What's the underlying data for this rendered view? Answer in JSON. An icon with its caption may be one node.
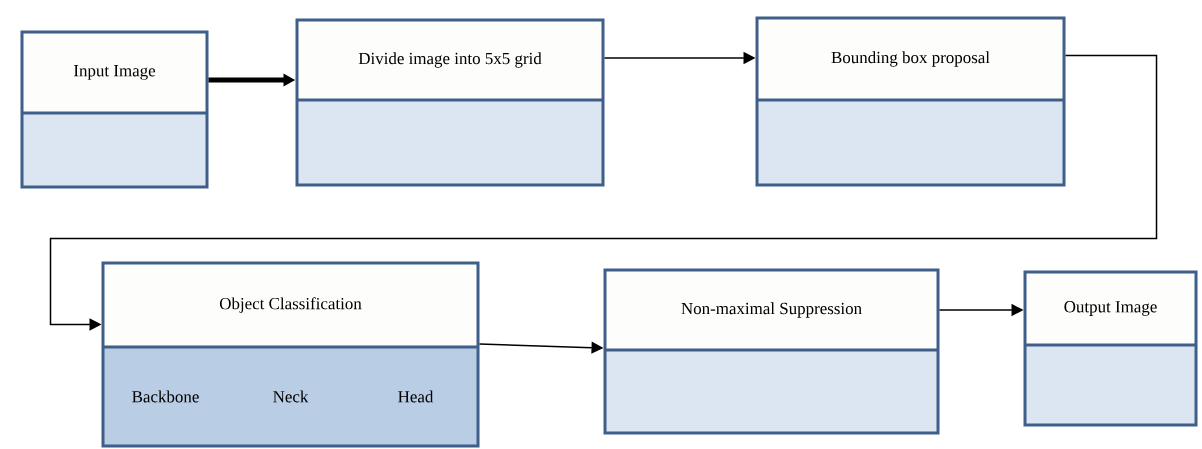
{
  "diagram": {
    "nodes": [
      {
        "text": [
          "Input Image"
        ]
      },
      {
        "text": [
          "Divide image into 5x5 grid"
        ]
      },
      {
        "text": [
          "Bounding box proposal"
        ]
      },
      {
        "text": [
          "Object Classification",
          "Backbone",
          "Neck",
          "Head"
        ]
      },
      {
        "text": [
          "Non-maximal Suppression"
        ]
      },
      {
        "text": [
          "Output Image"
        ]
      }
    ],
    "edges": [
      {
        "from": 0,
        "to": 1,
        "arrow": "to",
        "style": "thick"
      },
      {
        "from": 1,
        "to": 2,
        "arrow": "to"
      },
      {
        "from": 2,
        "to": 3,
        "arrow": "to"
      },
      {
        "from": 3,
        "to": 4,
        "arrow": "to"
      },
      {
        "from": 4,
        "to": 5,
        "arrow": "to"
      }
    ]
  }
}
